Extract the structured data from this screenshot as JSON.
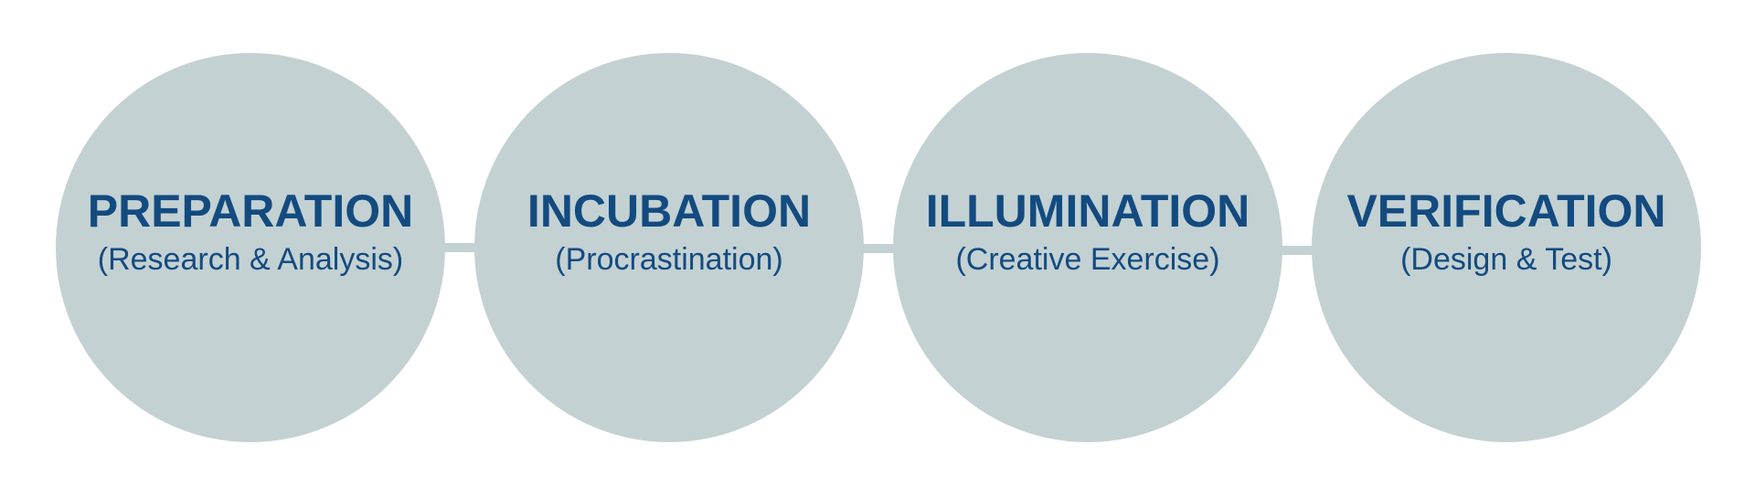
{
  "diagram": {
    "colors": {
      "circle_fill": "#c3d1d3",
      "connector": "#c3d1d3",
      "text": "#134b80"
    },
    "stages": [
      {
        "title": "PREPARATION",
        "subtitle": "(Research & Analysis)"
      },
      {
        "title": "INCUBATION",
        "subtitle": "(Procrastination)"
      },
      {
        "title": "ILLUMINATION",
        "subtitle": "(Creative Exercise)"
      },
      {
        "title": "VERIFICATION",
        "subtitle": "(Design & Test)"
      }
    ]
  }
}
